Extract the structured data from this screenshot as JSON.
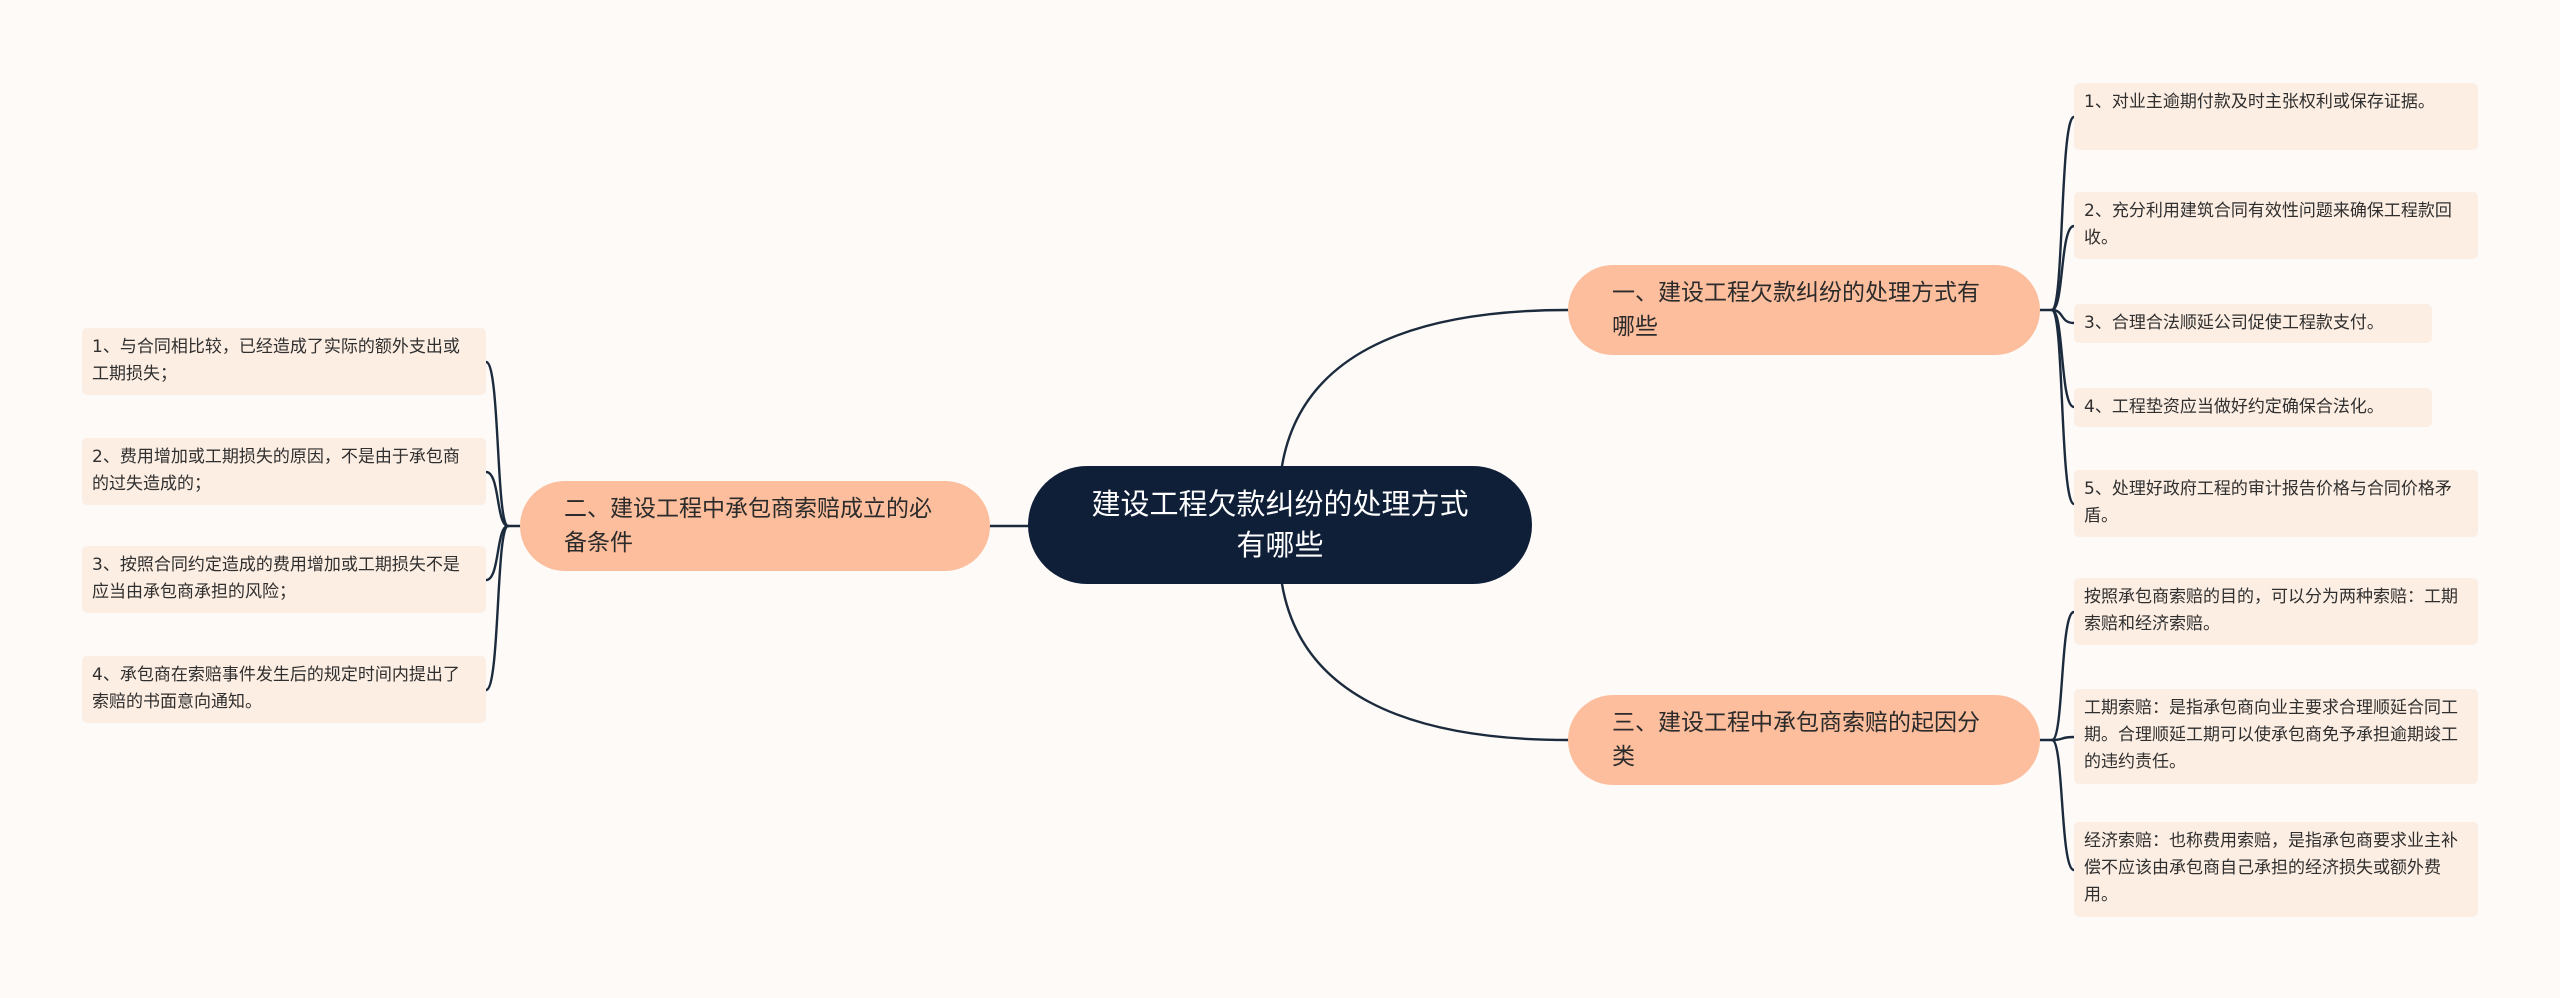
{
  "mindmap": {
    "root": "建设工程欠款纠纷的处理方式有哪些",
    "branches": [
      {
        "label": "一、建设工程欠款纠纷的处理方式有哪些",
        "leaves": [
          "1、对业主逾期付款及时主张权利或保存证据。",
          "2、充分利用建筑合同有效性问题来确保工程款回收。",
          "3、合理合法顺延公司促使工程款支付。",
          "4、工程垫资应当做好约定确保合法化。",
          "5、处理好政府工程的审计报告价格与合同价格矛盾。"
        ]
      },
      {
        "label": "二、建设工程中承包商索赔成立的必备条件",
        "leaves": [
          "1、与合同相比较，已经造成了实际的额外支出或工期损失；",
          "2、费用增加或工期损失的原因，不是由于承包商的过失造成的；",
          "3、按照合同约定造成的费用增加或工期损失不是应当由承包商承担的风险；",
          "4、承包商在索赔事件发生后的规定时间内提出了索赔的书面意向通知。"
        ]
      },
      {
        "label": "三、建设工程中承包商索赔的起因分类",
        "leaves": [
          "按照承包商索赔的目的，可以分为两种索赔：工期索赔和经济索赔。",
          "工期索赔：是指承包商向业主要求合理顺延合同工期。合理顺延工期可以使承包商免予承担逾期竣工的违约责任。",
          "经济索赔：也称费用索赔，是指承包商要求业主补偿不应该由承包商自己承担的经济损失或额外费用。"
        ]
      }
    ]
  },
  "colors": {
    "background": "#fdfaf8",
    "root_fill": "#0f1f38",
    "branch_fill": "#fcbe9c",
    "leaf_fill": "#fdeee3",
    "connector": "#1b2a3c"
  }
}
